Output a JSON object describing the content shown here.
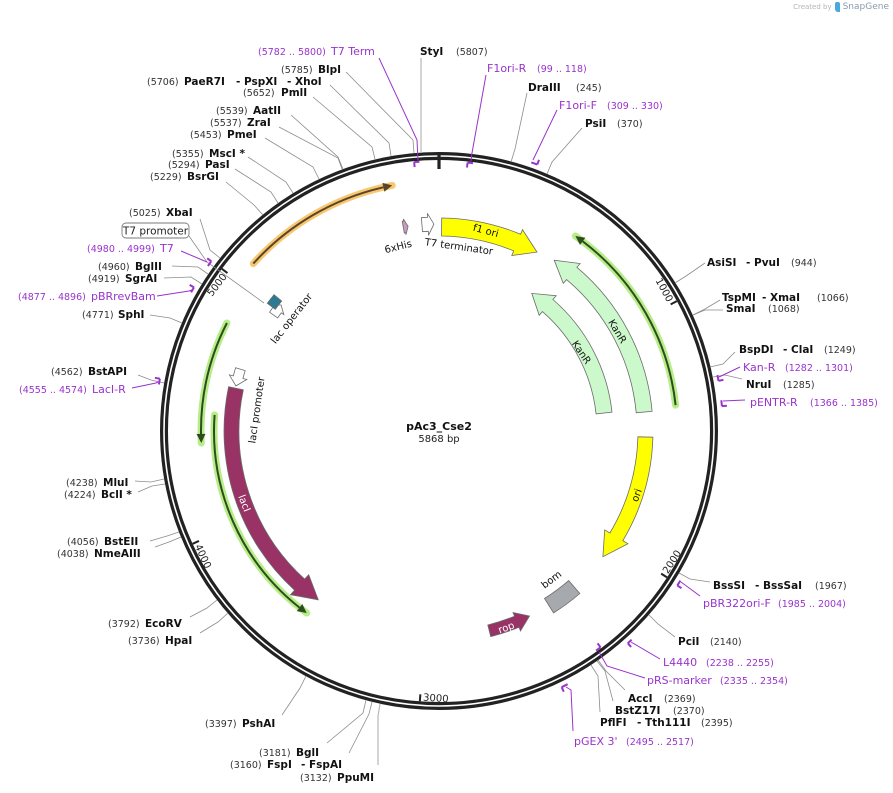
{
  "header": {
    "created_by": "Created by",
    "brand": "SnapGene"
  },
  "plasmid": {
    "name": "pAc3_Cse2",
    "length_label": "5868 bp",
    "length_bp": 5868
  },
  "colors": {
    "primer": "#9933cc",
    "ring": "#222222",
    "site_line": "#8c8c8c",
    "orf_green_glow": "#b3ec82",
    "orf_green_line": "#2d4d1c",
    "orf_orange_glow": "#f8c46c",
    "orf_orange_line": "#5a4525"
  },
  "ticks": [
    {
      "pos": 0,
      "label": ""
    },
    {
      "pos": 1000,
      "label": "1000"
    },
    {
      "pos": 2000,
      "label": "2000"
    },
    {
      "pos": 3000,
      "label": "3000"
    },
    {
      "pos": 4000,
      "label": "4000"
    },
    {
      "pos": 5000,
      "label": "5000"
    }
  ],
  "features": [
    {
      "label": "f1 ori",
      "start": 12,
      "end": 468,
      "direction": "cw",
      "color": "#ffff00"
    },
    {
      "label": "KanR",
      "start": 554,
      "end": 1381,
      "direction": "ccw",
      "color": "#ccf9cc"
    },
    {
      "label": "KanR",
      "start": 554,
      "end": 1366,
      "direction": "ccw",
      "color": "#ccf9cc"
    },
    {
      "label": "ori",
      "start": 1494,
      "end": 2078,
      "direction": "cw",
      "color": "#ffff00"
    },
    {
      "label": "bom",
      "start": 2267,
      "end": 2409,
      "direction": "none",
      "color": "#a6a9ad"
    },
    {
      "label": "rop",
      "start": 2509,
      "end": 2704,
      "direction": "ccw",
      "color": "#993366"
    },
    {
      "label": "lacI",
      "start": 3514,
      "end": 4595,
      "direction": "ccw",
      "color": "#993366"
    },
    {
      "label": "lacI promoter",
      "start": 4605,
      "end": 4683,
      "direction": "ccw",
      "color": "#ffffff"
    },
    {
      "label": "lac operator",
      "start": 4998,
      "end": 5046,
      "direction": "none",
      "color": "#2e7a93"
    },
    {
      "label": "T7 promoter",
      "start": 4972,
      "end": 5030,
      "direction": "cw",
      "color": "#ffffff"
    },
    {
      "label": "6xHis",
      "start": 5706,
      "end": 5728,
      "direction": "cw",
      "color": "#c89bbf"
    },
    {
      "label": "T7 terminator",
      "start": 5791,
      "end": 5845,
      "direction": "cw",
      "color": "#ffffff"
    }
  ],
  "orfs": [
    {
      "start": 5086,
      "end": 5692,
      "direction": "cw",
      "glow": "#f8c46c",
      "line": "#5a4525"
    },
    {
      "start": 570,
      "end": 1365,
      "direction": "ccw",
      "glow": "#b3ec82",
      "line": "#2d4d1c"
    },
    {
      "start": 4354,
      "end": 4841,
      "direction": "ccw",
      "glow": "#b3ec82",
      "line": "#2d4d1c"
    },
    {
      "start": 3521,
      "end": 4468,
      "direction": "ccw",
      "glow": "#b3ec82",
      "line": "#2d4d1c"
    }
  ],
  "sites": [
    {
      "parts": [
        "StyI"
      ],
      "pos": "(5807)"
    },
    {
      "parts": [
        "BlpI"
      ],
      "pos": "(5785)"
    },
    {
      "parts": [
        "PaeR7I",
        "- PspXI",
        "- XhoI"
      ],
      "pos": "(5706)"
    },
    {
      "parts": [
        "PmlI"
      ],
      "pos": "(5652)"
    },
    {
      "parts": [
        "AatII"
      ],
      "pos": "(5539)"
    },
    {
      "parts": [
        "ZraI"
      ],
      "pos": "(5537)"
    },
    {
      "parts": [
        "PmeI"
      ],
      "pos": "(5453)"
    },
    {
      "parts": [
        "MscI *"
      ],
      "pos": "(5355)"
    },
    {
      "parts": [
        "PasI"
      ],
      "pos": "(5294)"
    },
    {
      "parts": [
        "BsrGI"
      ],
      "pos": "(5229)"
    },
    {
      "parts": [
        "XbaI"
      ],
      "pos": "(5025)"
    },
    {
      "parts": [
        "BglII"
      ],
      "pos": "(4960)"
    },
    {
      "parts": [
        "SgrAI"
      ],
      "pos": "(4919)"
    },
    {
      "parts": [
        "SphI"
      ],
      "pos": "(4771)"
    },
    {
      "parts": [
        "BstAPI"
      ],
      "pos": "(4562)"
    },
    {
      "parts": [
        "MluI"
      ],
      "pos": "(4238)"
    },
    {
      "parts": [
        "BclI *"
      ],
      "pos": "(4224)"
    },
    {
      "parts": [
        "BstEII"
      ],
      "pos": "(4056)"
    },
    {
      "parts": [
        "NmeAIII"
      ],
      "pos": "(4038)"
    },
    {
      "parts": [
        "EcoRV"
      ],
      "pos": "(3792)"
    },
    {
      "parts": [
        "HpaI"
      ],
      "pos": "(3736)"
    },
    {
      "parts": [
        "PshAI"
      ],
      "pos": "(3397)"
    },
    {
      "parts": [
        "BglI"
      ],
      "pos": "(3181)"
    },
    {
      "parts": [
        "FspI",
        "- FspAI"
      ],
      "pos": "(3160)"
    },
    {
      "parts": [
        "PpuMI"
      ],
      "pos": "(3132)"
    },
    {
      "parts": [
        "PflFI",
        "- Tth111I"
      ],
      "pos": "(2395)"
    },
    {
      "parts": [
        "BstZ17I"
      ],
      "pos": "(2370)"
    },
    {
      "parts": [
        "AccI"
      ],
      "pos": "(2369)"
    },
    {
      "parts": [
        "PciI"
      ],
      "pos": "(2140)"
    },
    {
      "parts": [
        "BssSI",
        "- BssSaI"
      ],
      "pos": "(1967)"
    },
    {
      "parts": [
        "NruI"
      ],
      "pos": "(1285)"
    },
    {
      "parts": [
        "BspDI",
        "- ClaI"
      ],
      "pos": "(1249)"
    },
    {
      "parts": [
        "SmaI"
      ],
      "pos": "(1068)"
    },
    {
      "parts": [
        "TspMI",
        "- XmaI"
      ],
      "pos": "(1066)"
    },
    {
      "parts": [
        "AsiSI",
        "- PvuI"
      ],
      "pos": "(944)"
    },
    {
      "parts": [
        "PsiI"
      ],
      "pos": "(370)"
    },
    {
      "parts": [
        "DraIII"
      ],
      "pos": "(245)"
    }
  ],
  "primers": [
    {
      "name": "T7 Term",
      "range": "(5782 .. 5800)",
      "start": 5782,
      "end": 5800
    },
    {
      "name": "F1ori-R",
      "range": "(99 .. 118)",
      "start": 99,
      "end": 118
    },
    {
      "name": "F1ori-F",
      "range": "(309 .. 330)",
      "start": 309,
      "end": 330
    },
    {
      "name": "Kan-R",
      "range": "(1282 .. 1301)",
      "start": 1282,
      "end": 1301
    },
    {
      "name": "pENTR-R",
      "range": "(1366 .. 1385)",
      "start": 1366,
      "end": 1385
    },
    {
      "name": "pBR322ori-F",
      "range": "(1985 .. 2004)",
      "start": 1985,
      "end": 2004
    },
    {
      "name": "L4440",
      "range": "(2238 .. 2255)",
      "start": 2238,
      "end": 2255
    },
    {
      "name": "pRS-marker",
      "range": "(2335 .. 2354)",
      "start": 2335,
      "end": 2354
    },
    {
      "name": "pGEX 3'",
      "range": "(2495 .. 2517)",
      "start": 2495,
      "end": 2517
    },
    {
      "name": "LacI-R",
      "range": "(4555 .. 4574)",
      "start": 4555,
      "end": 4574
    },
    {
      "name": "pBRrevBam",
      "range": "(4877 .. 4896)",
      "start": 4877,
      "end": 4896
    },
    {
      "name": "T7",
      "range": "(4980 .. 4999)",
      "start": 4980,
      "end": 4999
    }
  ],
  "boxed_labels": {
    "t7_promoter": "T7 promoter"
  }
}
